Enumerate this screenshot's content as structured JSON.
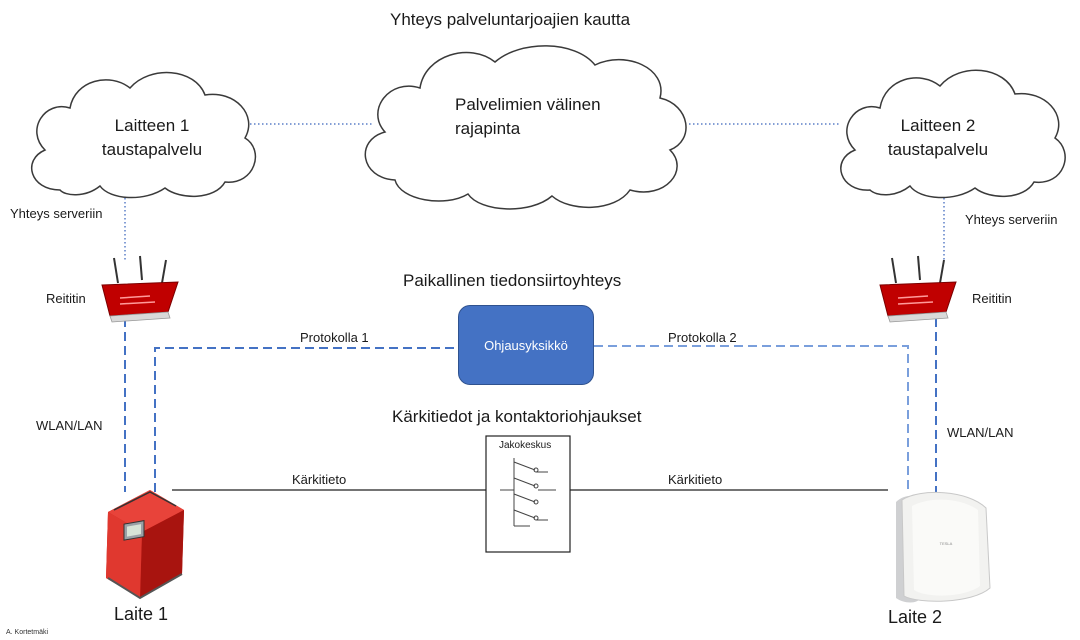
{
  "top_title": "Yhteys palveluntarjoajien kautta",
  "clouds": {
    "left": {
      "line1": "Laitteen 1",
      "line2": "taustapalvelu"
    },
    "middle": {
      "line1": "Palvelimien välinen",
      "line2": "rajapinta"
    },
    "right": {
      "line1": "Laitteen 2",
      "line2": "taustapalvelu"
    }
  },
  "server_connection_label": "Yhteys serveriin",
  "router_label": "Reititin",
  "wlan_label": "WLAN/LAN",
  "local_title": "Paikallinen tiedonsiirtoyhteys",
  "control_unit_label": "Ohjausyksikkö",
  "protocol1_label": "Protokolla 1",
  "protocol2_label": "Protokolla 2",
  "contacts_title": "Kärkitiedot ja kontaktoriohjaukset",
  "distribution_board_label": "Jakokeskus",
  "contact_info_label": "Kärkitieto",
  "devices": {
    "left": "Laite 1",
    "right": "Laite 2"
  },
  "credit": "A. Kortetmäki",
  "colors": {
    "control_unit": "#4472c4",
    "dashed_link": "#4472c4",
    "dotted_link": "#5b7fc7",
    "router_red": "#c00000",
    "inverter_red": "#e03020"
  }
}
